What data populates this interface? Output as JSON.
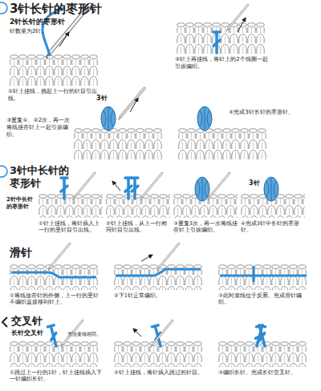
{
  "diagram": {
    "title": "3针长针的枣形针",
    "labels": [
      "2针长针的枣形针",
      "针数量为2针。",
      "①针上挂线，挑起上一行的针目引出线。",
      "②针上再挂线，将针上的2个线圈一起引拔编织。",
      "3针",
      "③重复①、②2次，再一次将线挂在针上一起引拔编织。",
      "④完成3针长针的枣形针。",
      "3针中长针的枣形针",
      "2针中长针的枣形针",
      "①针上挂线，将针插入上一行的里针目引出线。",
      "②针上挂线，从上一行相同针目引出线。",
      "③重复3次，再一次将线挂在针上引拔编织。",
      "3针",
      "④完成3针中长针的枣形针。",
      "滑针",
      "①将线放在针的外侧，上一行的里针不编织直接移到针上。",
      "②下1针正常编织。",
      "③此时渡线位于反面。完成滑针编织。",
      "交叉针",
      "长针交叉针",
      "方法要领相同。",
      "①跳过上一行的1针，针上挂线插入下一针编织长针。",
      "②针上挂线，将针插入跳过的针目。",
      "③编织长针。完成长针交叉针。"
    ]
  }
}
